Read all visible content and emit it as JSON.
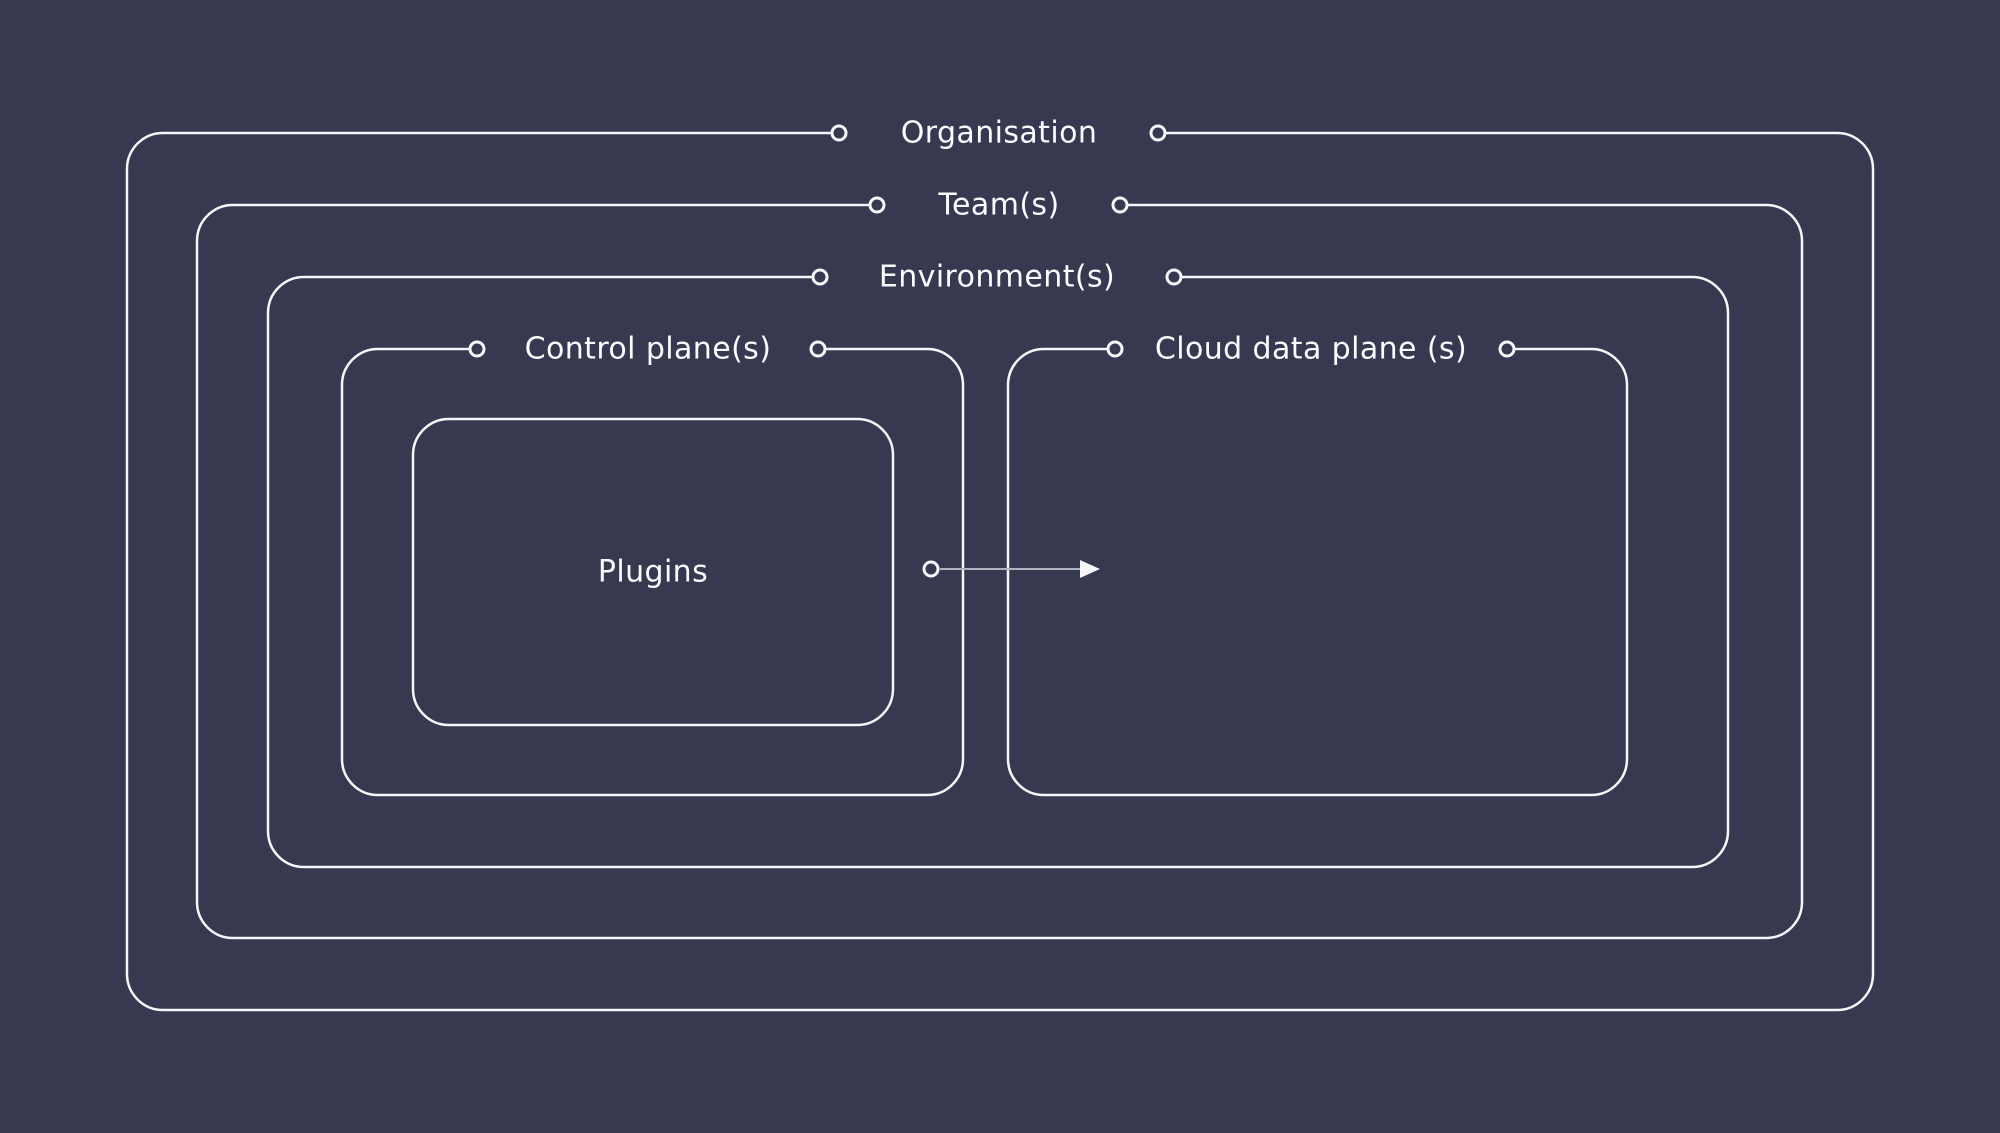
{
  "colors": {
    "background": "#363950",
    "line": "#f6f6f8",
    "text": "#fbfbfd",
    "arrow": "#b0b3c0"
  },
  "diagram": {
    "layers": [
      {
        "id": "organisation",
        "label": "Organisation"
      },
      {
        "id": "teams",
        "label": "Team(s)"
      },
      {
        "id": "environments",
        "label": "Environment(s)"
      }
    ],
    "nodes": [
      {
        "id": "control-planes",
        "label": "Control plane(s)"
      },
      {
        "id": "cloud-data-planes",
        "label": "Cloud data plane (s)"
      },
      {
        "id": "plugins",
        "label": "Plugins"
      }
    ],
    "arrow": {
      "from": "Plugins",
      "to": "Cloud data plane (s)"
    }
  }
}
